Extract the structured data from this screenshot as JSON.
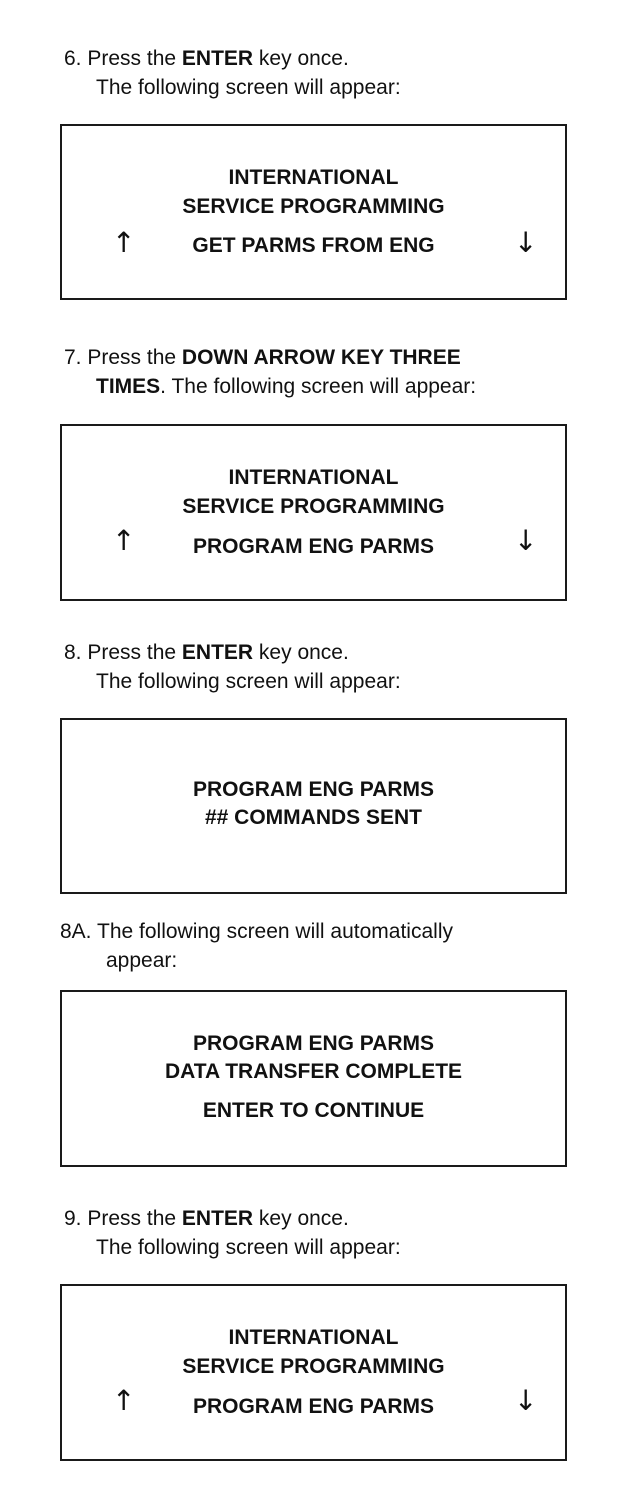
{
  "step6": {
    "num": "6.",
    "l1a": "Press the ",
    "l1b": "ENTER",
    "l1c": " key once.",
    "l2": "The following screen will appear:"
  },
  "screen1": {
    "line1": "INTERNATIONAL",
    "line2": "SERVICE PROGRAMMING",
    "line3": "GET PARMS FROM ENG",
    "up_icon": "up-arrow-icon",
    "down_icon": "down-arrow-icon"
  },
  "step7": {
    "num": "7.",
    "l1a": "Press the ",
    "l1b": "DOWN ARROW KEY THREE",
    "l2a": "TIMES",
    "l2b": ". The following screen will appear:"
  },
  "screen2": {
    "line1": "INTERNATIONAL",
    "line2": "SERVICE PROGRAMMING",
    "line3": "PROGRAM ENG PARMS",
    "up_icon": "up-arrow-icon",
    "down_icon": "down-arrow-icon"
  },
  "step8": {
    "num": "8.",
    "l1a": "Press the ",
    "l1b": "ENTER",
    "l1c": " key once.",
    "l2": "The following screen will appear:"
  },
  "screen3": {
    "line1": "PROGRAM ENG PARMS",
    "line2": "## COMMANDS SENT"
  },
  "step8a": {
    "num": "8A.",
    "l1": "The following screen will automatically",
    "l2": "appear:"
  },
  "screen4": {
    "line1": "PROGRAM ENG PARMS",
    "line2": "DATA TRANSFER COMPLETE",
    "line3": "ENTER TO CONTINUE"
  },
  "step9": {
    "num": "9.",
    "l1a": "Press the ",
    "l1b": "ENTER",
    "l1c": " key once.",
    "l2": "The following screen will appear:"
  },
  "screen5": {
    "line1": "INTERNATIONAL",
    "line2": "SERVICE PROGRAMMING",
    "line3": "PROGRAM ENG PARMS",
    "up_icon": "up-arrow-icon",
    "down_icon": "down-arrow-icon"
  }
}
